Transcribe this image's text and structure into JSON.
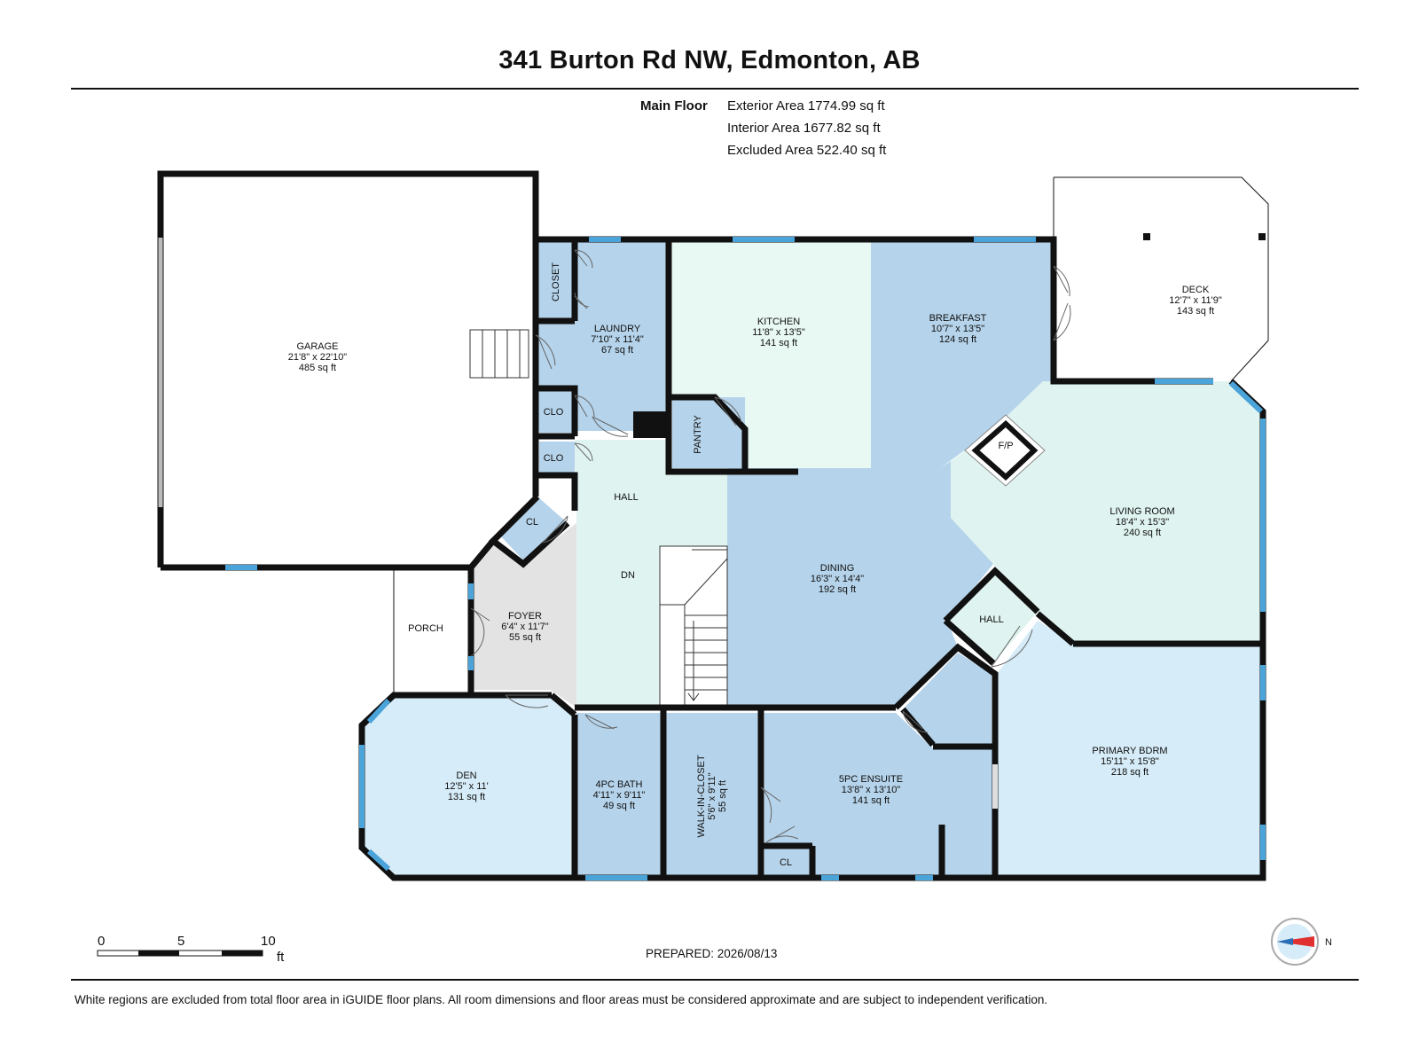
{
  "header": {
    "title": "341 Burton Rd NW, Edmonton, AB",
    "floor_label": "Main Floor",
    "exterior_area": "Exterior Area 1774.99 sq ft",
    "interior_area": "Interior Area 1677.82 sq ft",
    "excluded_area": "Excluded Area 522.40 sq ft"
  },
  "rooms": {
    "garage": {
      "name": "GARAGE",
      "dims": "21'8\" x 22'10\"",
      "area": "485 sq ft"
    },
    "laundry": {
      "name": "LAUNDRY",
      "dims": "7'10\" x 11'4\"",
      "area": "67 sq ft"
    },
    "kitchen": {
      "name": "KITCHEN",
      "dims": "11'8\" x 13'5\"",
      "area": "141 sq ft"
    },
    "breakfast": {
      "name": "BREAKFAST",
      "dims": "10'7\" x 13'5\"",
      "area": "124 sq ft"
    },
    "deck": {
      "name": "DECK",
      "dims": "12'7\" x 11'9\"",
      "area": "143 sq ft"
    },
    "living": {
      "name": "LIVING ROOM",
      "dims": "18'4\" x 15'3\"",
      "area": "240 sq ft"
    },
    "dining": {
      "name": "DINING",
      "dims": "16'3\" x 14'4\"",
      "area": "192 sq ft"
    },
    "foyer": {
      "name": "FOYER",
      "dims": "6'4\" x 11'7\"",
      "area": "55 sq ft"
    },
    "den": {
      "name": "DEN",
      "dims": "12'5\" x 11'",
      "area": "131 sq ft"
    },
    "bath4": {
      "name": "4PC BATH",
      "dims": "4'11\" x 9'11\"",
      "area": "49 sq ft"
    },
    "wic": {
      "name": "WALK-IN-CLOSET",
      "dims": "5'6\" x 9'11\"",
      "area": "55 sq ft"
    },
    "ensuite": {
      "name": "5PC ENSUITE",
      "dims": "13'8\" x 13'10\"",
      "area": "141 sq ft"
    },
    "primary": {
      "name": "PRIMARY BDRM",
      "dims": "15'11\" x 15'8\"",
      "area": "218 sq ft"
    }
  },
  "labels": {
    "closet": "CLOSET",
    "clo": "CLO",
    "cl": "CL",
    "hall": "HALL",
    "pantry": "PANTRY",
    "porch": "PORCH",
    "dn": "DN",
    "fp": "F/P"
  },
  "scale": {
    "t0": "0",
    "t5": "5",
    "t10": "10",
    "unit": "ft"
  },
  "compass_label": "N",
  "prepared": "PREPARED: 2026/08/13",
  "footer": "White regions are excluded from total floor area in iGUIDE floor plans. All room dimensions and floor areas must be considered approximate and are subject to independent verification.",
  "colors": {
    "blue": "#b5d3ea",
    "light_blue": "#d6ecf8",
    "mint": "#dff4f0",
    "pale_mint": "#e8f8f3",
    "grey": "#e3e3e3",
    "window": "#4aa3d9",
    "wall": "#111111"
  }
}
